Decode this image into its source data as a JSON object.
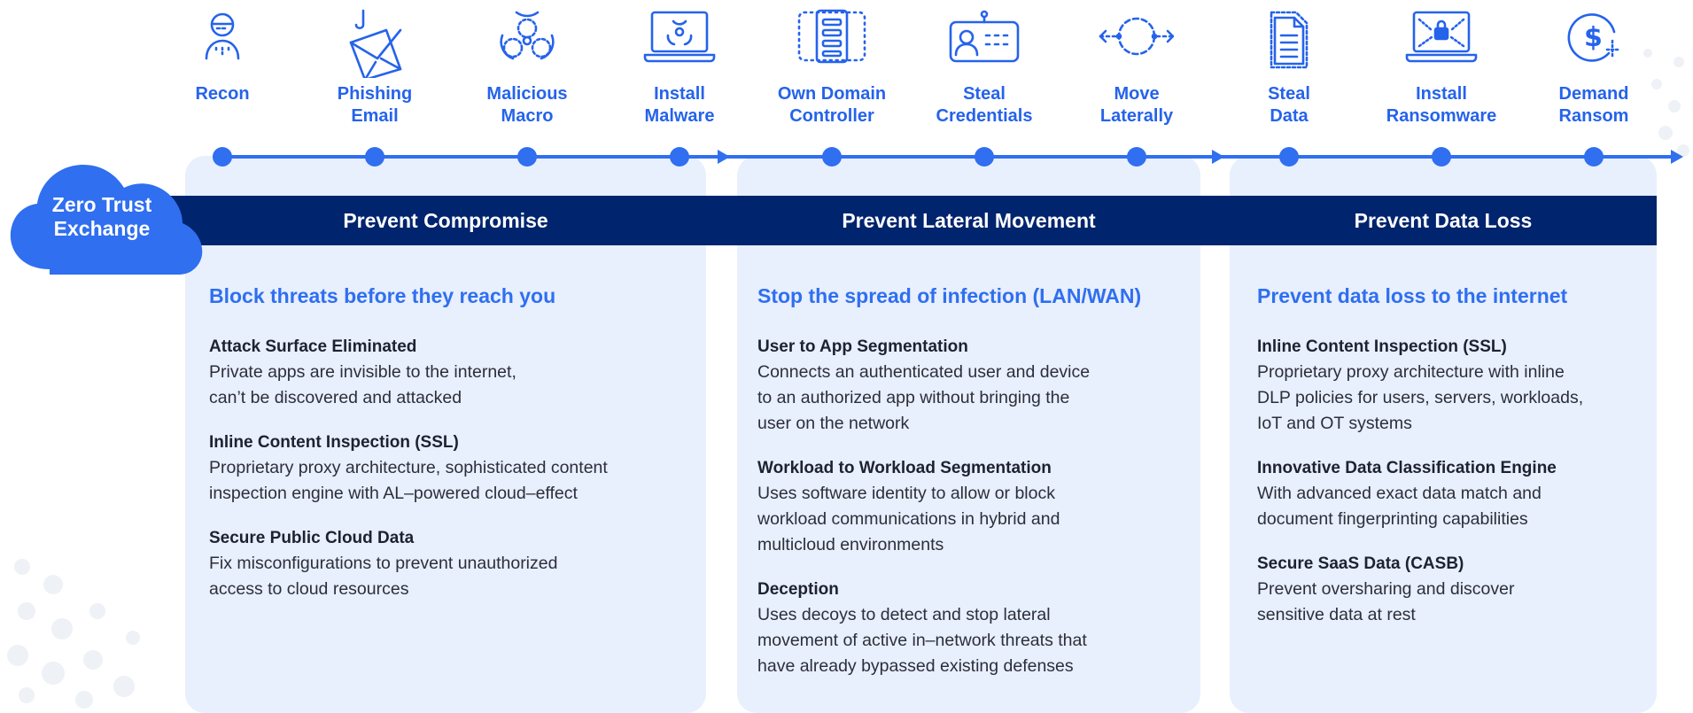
{
  "stages": [
    {
      "label": "Recon",
      "icon": "hacker-icon"
    },
    {
      "label": "Phishing\nEmail",
      "icon": "phishing-email-icon"
    },
    {
      "label": "Malicious\nMacro",
      "icon": "biohazard-icon"
    },
    {
      "label": "Install\nMalware",
      "icon": "laptop-biohazard-icon"
    },
    {
      "label": "Own Domain\nController",
      "icon": "server-icon"
    },
    {
      "label": "Steal\nCredentials",
      "icon": "id-card-icon"
    },
    {
      "label": "Move\nLaterally",
      "icon": "lateral-arrows-icon"
    },
    {
      "label": "Steal\nData",
      "icon": "document-icon"
    },
    {
      "label": "Install\nRansomware",
      "icon": "laptop-lock-icon"
    },
    {
      "label": "Demand\nRansom",
      "icon": "dollar-icon"
    }
  ],
  "badge": "Zero Trust\nExchange",
  "sections": [
    {
      "band_title": "Prevent Compromise",
      "heading": "Block threats before they reach you",
      "items": [
        {
          "title": "Attack Surface Eliminated",
          "body": "Private apps are invisible to the internet,\ncan’t be discovered and attacked"
        },
        {
          "title": "Inline Content Inspection (SSL)",
          "body": "Proprietary proxy architecture, sophisticated content\ninspection engine with AL–powered cloud–effect"
        },
        {
          "title": "Secure Public Cloud Data",
          "body": "Fix misconfigurations to prevent unauthorized\naccess to cloud resources"
        }
      ]
    },
    {
      "band_title": "Prevent Lateral Movement",
      "heading": "Stop the spread of infection (LAN/WAN)",
      "items": [
        {
          "title": "User to App Segmentation",
          "body": "Connects an authenticated user and device\nto an authorized app without bringing the\nuser on the network"
        },
        {
          "title": "Workload to Workload Segmentation",
          "body": "Uses software identity to allow or block\nworkload communications in hybrid and\nmulticloud environments"
        },
        {
          "title": "Deception",
          "body": "Uses decoys to detect and stop lateral\nmovement of active in–network threats that\nhave already bypassed existing defenses"
        }
      ]
    },
    {
      "band_title": "Prevent Data Loss",
      "heading": "Prevent data loss to the internet",
      "items": [
        {
          "title": "Inline Content Inspection (SSL)",
          "body": "Proprietary proxy architecture with inline\nDLP policies for users, servers, workloads,\nIoT and OT systems"
        },
        {
          "title": "Innovative Data Classification Engine",
          "body": "With advanced exact data match and\ndocument fingerprinting capabilities"
        },
        {
          "title": "Secure SaaS Data (CASB)",
          "body": "Prevent oversharing and discover\nsensitive data at rest"
        }
      ]
    }
  ],
  "colors": {
    "accent": "#2563eb",
    "band": "#00246e",
    "panel": "#e8effd",
    "cloud": "#2f6ff0"
  }
}
